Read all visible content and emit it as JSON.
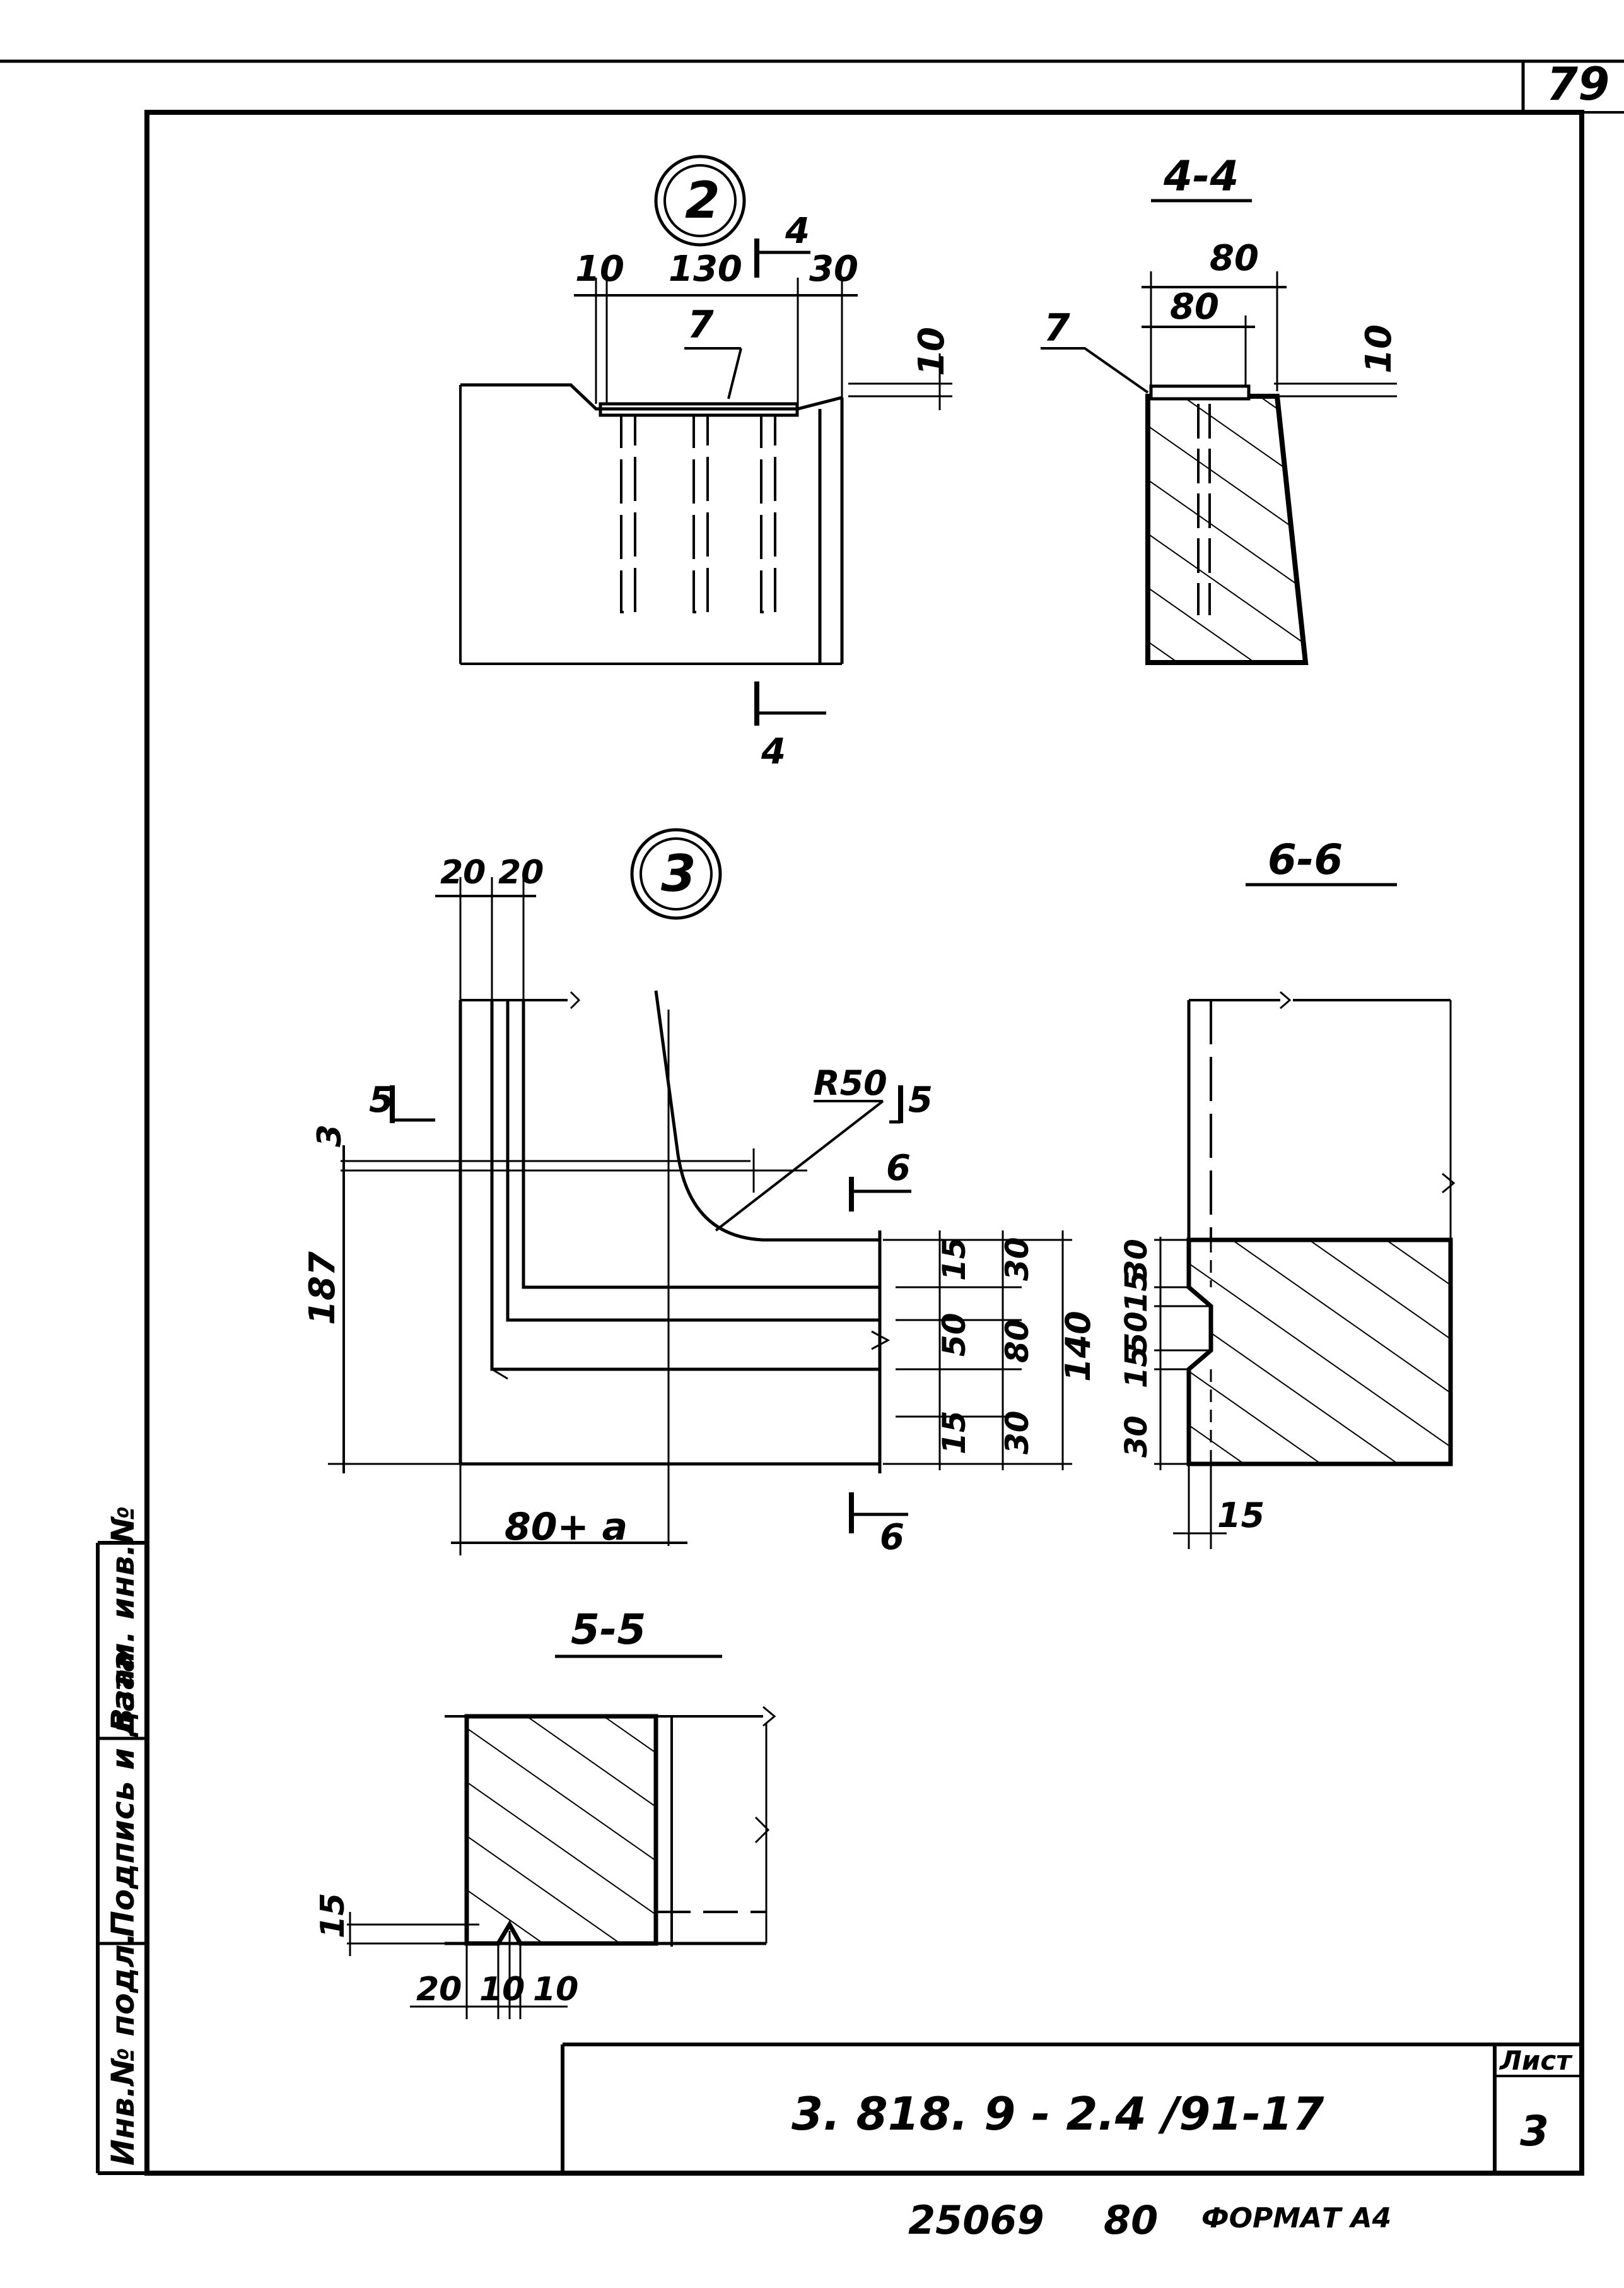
{
  "sheet_number": "79",
  "callouts": {
    "node2": "2",
    "node3": "3"
  },
  "section_titles": {
    "s44": "4-4",
    "s66": "6-6",
    "s55": "5-5"
  },
  "node2": {
    "dims": [
      "10",
      "130",
      "30",
      "10"
    ],
    "position_label": "7",
    "section_mark": "4"
  },
  "s44": {
    "dims": [
      "80",
      "80",
      "10"
    ],
    "position_label": "7"
  },
  "node3": {
    "dims_top": [
      "20",
      "20"
    ],
    "radius": "R50",
    "dim_left_small": "3",
    "dim_left_big": "187",
    "dim_bottom": "80+ a",
    "dims_right": [
      "15",
      "50",
      "15",
      "30",
      "80",
      "30",
      "140"
    ],
    "section5": "5",
    "section6": "6"
  },
  "s66": {
    "dims_left": [
      "30",
      "15",
      "50",
      "15",
      "30"
    ],
    "dim_bottom": "15"
  },
  "s55": {
    "dim_left": "15",
    "dims_bottom": [
      "20",
      "10",
      "10"
    ]
  },
  "side_stamp": [
    "Инв.№ подл.",
    "Подпись и дата",
    "Взам. инв.№"
  ],
  "title_block": {
    "code": "3. 818. 9 - 2.4 /91-17",
    "sheet_label": "Лист",
    "sheet_value": "3"
  },
  "footer": {
    "number": "25069",
    "extra": "80",
    "format": "ФОРМАТ А4"
  }
}
